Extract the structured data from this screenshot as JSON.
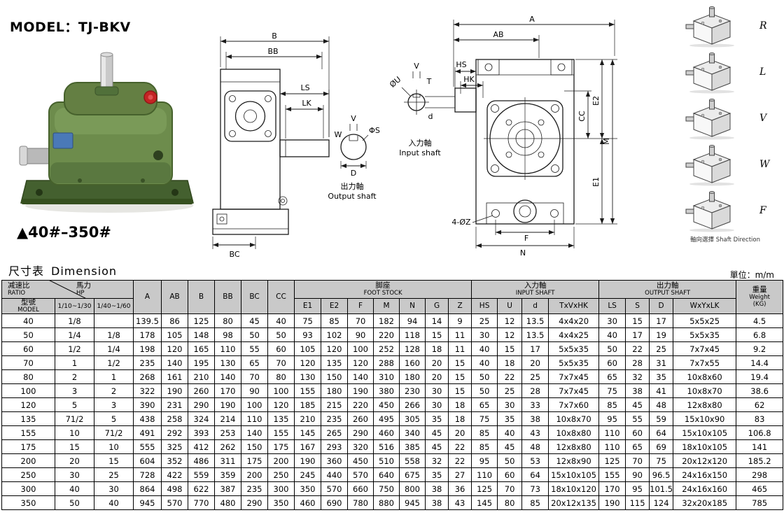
{
  "page": {
    "model_title": "MODEL：TJ-BKV",
    "size_range": "▲40#–350#",
    "dimension_cn": "尺寸表",
    "dimension_en": "Dimension",
    "unit_label": "單位：m/m"
  },
  "drawings": {
    "side": {
      "b": "B",
      "bb": "BB",
      "ls": "LS",
      "lk": "LK",
      "bc": "BC",
      "v": "V",
      "phis": "ΦS",
      "w": "W",
      "d": "D",
      "output_cn": "出力軸",
      "output_en": "Output shaft"
    },
    "input_detail": {
      "ou": "ØU",
      "v": "V",
      "t": "T",
      "d": "d",
      "input_cn": "入力軸",
      "input_en": "Input shaft"
    },
    "front": {
      "a": "A",
      "ab": "AB",
      "hs": "HS",
      "hk": "HK",
      "e2": "E2",
      "e1": "E1",
      "cc": "CC",
      "m": "M",
      "f": "F",
      "n": "N",
      "z": "4-ØZ"
    },
    "shaft_direction": {
      "options": [
        "R",
        "L",
        "V",
        "W",
        "F"
      ],
      "caption_cn": "軸向選擇",
      "caption_en": "Shaft Direction"
    }
  },
  "table": {
    "corner": {
      "ratio_cn": "减速比",
      "ratio_en": "RATIO",
      "hp_cn": "馬力",
      "hp_en": "HP"
    },
    "sub": {
      "model_cn": "型號",
      "model_en": "MODEL",
      "hp1": "1/10~1/30",
      "hp2": "1/40~1/60"
    },
    "dims": [
      "A",
      "AB",
      "B",
      "BB",
      "BC",
      "CC"
    ],
    "groups": {
      "foot": {
        "cn": "脚座",
        "en": "FOOT STOCK",
        "cols": [
          "E1",
          "E2",
          "F",
          "M",
          "N",
          "G",
          "Z"
        ]
      },
      "input": {
        "cn": "入力軸",
        "en": "INPUT SHAFT",
        "cols": [
          "HS",
          "U",
          "d",
          "TxVxHK"
        ]
      },
      "output": {
        "cn": "出力軸",
        "en": "OUTPUT SHAFT",
        "cols": [
          "LS",
          "S",
          "D",
          "WxYxLK"
        ]
      }
    },
    "weight": {
      "cn": "重量",
      "en": "Weight",
      "unit": "(KG)"
    },
    "rows": [
      [
        "40",
        "1/8",
        "",
        "139.5",
        "86",
        "125",
        "80",
        "45",
        "40",
        "75",
        "85",
        "70",
        "182",
        "94",
        "14",
        "9",
        "25",
        "12",
        "13.5",
        "4x4x20",
        "30",
        "15",
        "17",
        "5x5x25",
        "4.5"
      ],
      [
        "50",
        "1/4",
        "1/8",
        "178",
        "105",
        "148",
        "98",
        "50",
        "50",
        "93",
        "102",
        "90",
        "220",
        "118",
        "15",
        "11",
        "30",
        "12",
        "13.5",
        "4x4x25",
        "40",
        "17",
        "19",
        "5x5x35",
        "6.8"
      ],
      [
        "60",
        "1/2",
        "1/4",
        "198",
        "120",
        "165",
        "110",
        "55",
        "60",
        "105",
        "120",
        "100",
        "252",
        "128",
        "18",
        "11",
        "40",
        "15",
        "17",
        "5x5x35",
        "50",
        "22",
        "25",
        "7x7x45",
        "9.2"
      ],
      [
        "70",
        "1",
        "1/2",
        "235",
        "140",
        "195",
        "130",
        "65",
        "70",
        "120",
        "135",
        "120",
        "288",
        "160",
        "20",
        "15",
        "40",
        "18",
        "20",
        "5x5x35",
        "60",
        "28",
        "31",
        "7x7x55",
        "14.4"
      ],
      [
        "80",
        "2",
        "1",
        "268",
        "161",
        "210",
        "140",
        "70",
        "80",
        "130",
        "150",
        "140",
        "310",
        "180",
        "20",
        "15",
        "50",
        "22",
        "25",
        "7x7x45",
        "65",
        "32",
        "35",
        "10x8x60",
        "19.4"
      ],
      [
        "100",
        "3",
        "2",
        "322",
        "190",
        "260",
        "170",
        "90",
        "100",
        "155",
        "180",
        "190",
        "380",
        "230",
        "30",
        "15",
        "50",
        "25",
        "28",
        "7x7x45",
        "75",
        "38",
        "41",
        "10x8x70",
        "38.6"
      ],
      [
        "120",
        "5",
        "3",
        "390",
        "231",
        "290",
        "190",
        "100",
        "120",
        "185",
        "215",
        "220",
        "450",
        "266",
        "30",
        "18",
        "65",
        "30",
        "33",
        "7x7x60",
        "85",
        "45",
        "48",
        "12x8x80",
        "62"
      ],
      [
        "135",
        "71/2",
        "5",
        "438",
        "258",
        "324",
        "214",
        "110",
        "135",
        "210",
        "235",
        "260",
        "495",
        "305",
        "35",
        "18",
        "75",
        "35",
        "38",
        "10x8x70",
        "95",
        "55",
        "59",
        "15x10x90",
        "83"
      ],
      [
        "155",
        "10",
        "71/2",
        "491",
        "292",
        "393",
        "253",
        "140",
        "155",
        "145",
        "265",
        "290",
        "460",
        "340",
        "45",
        "20",
        "85",
        "40",
        "43",
        "10x8x80",
        "110",
        "60",
        "64",
        "15x10x105",
        "106.8"
      ],
      [
        "175",
        "15",
        "10",
        "555",
        "325",
        "412",
        "262",
        "150",
        "175",
        "167",
        "293",
        "320",
        "516",
        "385",
        "45",
        "22",
        "85",
        "45",
        "48",
        "12x8x80",
        "110",
        "65",
        "69",
        "18x10x105",
        "141"
      ],
      [
        "200",
        "20",
        "15",
        "604",
        "352",
        "486",
        "311",
        "175",
        "200",
        "190",
        "360",
        "450",
        "510",
        "558",
        "32",
        "22",
        "95",
        "50",
        "53",
        "12x8x90",
        "125",
        "70",
        "75",
        "20x12x120",
        "185.2"
      ],
      [
        "250",
        "30",
        "25",
        "728",
        "422",
        "559",
        "359",
        "200",
        "250",
        "245",
        "440",
        "570",
        "640",
        "675",
        "35",
        "27",
        "110",
        "60",
        "64",
        "15x10x105",
        "155",
        "90",
        "96.5",
        "24x16x150",
        "298"
      ],
      [
        "300",
        "40",
        "30",
        "864",
        "498",
        "622",
        "387",
        "235",
        "300",
        "350",
        "570",
        "660",
        "750",
        "800",
        "38",
        "36",
        "125",
        "70",
        "73",
        "18x10x120",
        "170",
        "95",
        "101.5",
        "24x16x160",
        "465"
      ],
      [
        "350",
        "50",
        "40",
        "945",
        "570",
        "770",
        "480",
        "290",
        "350",
        "460",
        "690",
        "780",
        "880",
        "945",
        "38",
        "43",
        "145",
        "80",
        "85",
        "20x12x135",
        "190",
        "115",
        "124",
        "32x20x185",
        "785"
      ]
    ]
  }
}
